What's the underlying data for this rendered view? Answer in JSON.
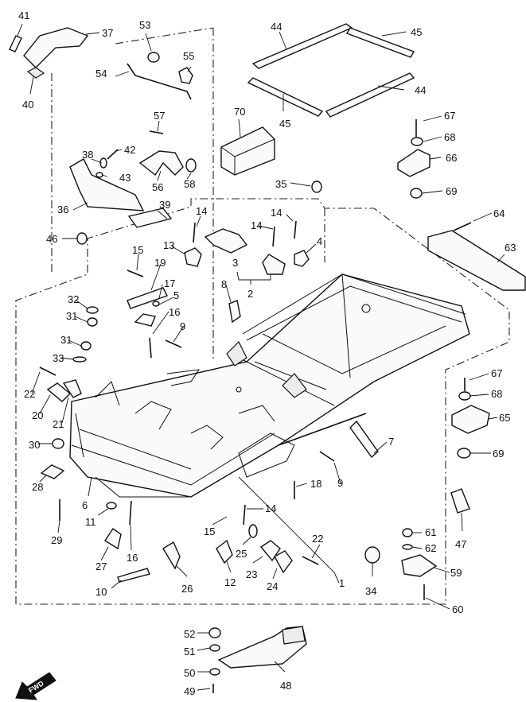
{
  "diagram": {
    "labels": [
      "41",
      "37",
      "40",
      "53",
      "55",
      "54",
      "44",
      "45",
      "44",
      "45",
      "70",
      "57",
      "42",
      "38",
      "43",
      "56",
      "58",
      "36",
      "39",
      "14",
      "35",
      "67",
      "68",
      "66",
      "69",
      "64",
      "63",
      "46",
      "13",
      "15",
      "19",
      "14",
      "14",
      "4",
      "3",
      "2",
      "17",
      "32",
      "31",
      "5",
      "8",
      "16",
      "9",
      "31",
      "33",
      "22",
      "20",
      "21",
      "30",
      "28",
      "6",
      "11",
      "29",
      "16",
      "27",
      "10",
      "15",
      "26",
      "12",
      "25",
      "14",
      "18",
      "23",
      "24",
      "22",
      "1",
      "34",
      "7",
      "67",
      "68",
      "65",
      "69",
      "9",
      "61",
      "62",
      "47",
      "59",
      "60",
      "52",
      "51",
      "50",
      "49",
      "48"
    ],
    "fwd_label": "FWD"
  }
}
